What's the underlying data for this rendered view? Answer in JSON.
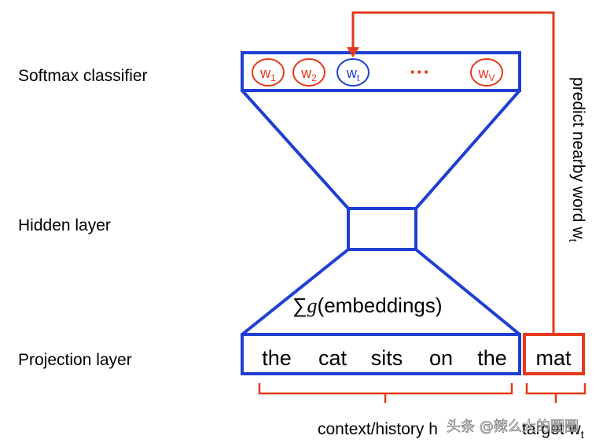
{
  "labels": {
    "softmax": "Softmax classifier",
    "hidden": "Hidden layer",
    "projection": "Projection layer",
    "predict": "predict nearby word w",
    "predict_sub": "t",
    "embeddings_prefix": "∑",
    "embeddings_g": "g",
    "embeddings_rest": "(embeddings)",
    "context": "context/history h",
    "target": "target w",
    "target_sub": "t"
  },
  "softmax_nodes": [
    {
      "base": "w",
      "sub": "1",
      "color": "red"
    },
    {
      "base": "w",
      "sub": "2",
      "color": "red"
    },
    {
      "base": "w",
      "sub": "t",
      "color": "blue"
    },
    {
      "base": "w",
      "sub": "V",
      "color": "red"
    }
  ],
  "ellipsis": "···",
  "context_words": [
    "the",
    "cat",
    "sits",
    "on",
    "the"
  ],
  "target_word": "mat",
  "watermark": "头条 @辣么大的圈圈",
  "colors": {
    "blue": "#1f3fd1",
    "red": "#e5391d",
    "black": "#000000"
  }
}
